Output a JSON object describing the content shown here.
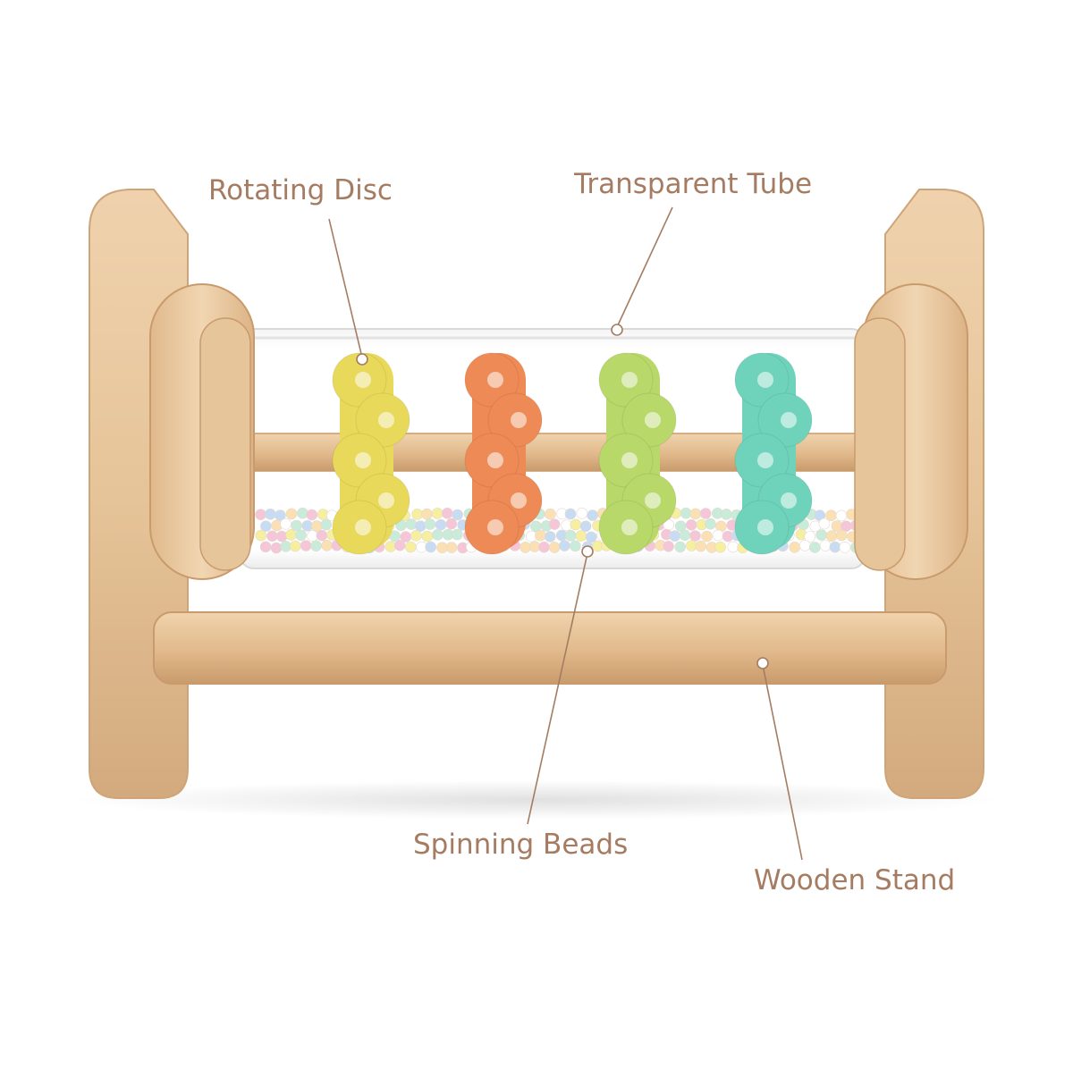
{
  "image": {
    "subject": "wooden-rainbow-rain-tube-toy",
    "background_color": "#ffffff",
    "colors": {
      "wood": "#e9c9a3",
      "wood_dark": "#c99d72",
      "disc_yellow": "#e9d95a",
      "disc_orange": "#ee8a55",
      "disc_green": "#b9d86a",
      "disc_teal": "#6fd3bb",
      "callout": "#a57c62"
    }
  },
  "callouts": {
    "rotating_disc": "Rotating Disc",
    "transparent_tube": "Transparent Tube",
    "spinning_beads": "Spinning Beads",
    "wooden_stand": "Wooden Stand"
  }
}
